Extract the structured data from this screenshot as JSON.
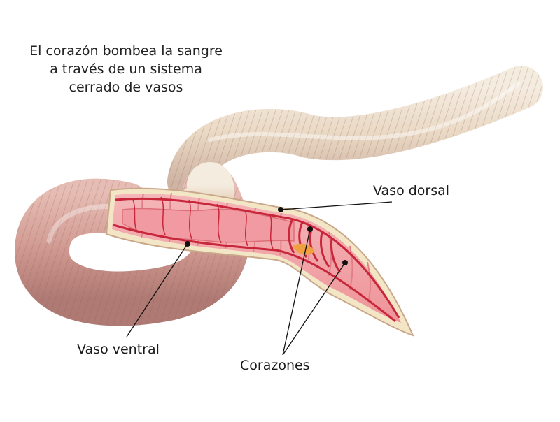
{
  "caption": {
    "lines": [
      "El corazón bombea la sangre",
      "a través de un sistema",
      "cerrado de vasos"
    ]
  },
  "labels": {
    "dorsal_vessel": "Vaso dorsal",
    "ventral_vessel": "Vaso ventral",
    "hearts": "Corazones"
  },
  "colors": {
    "worm_skin": "#d9a79f",
    "worm_pale": "#ece0cd",
    "cutaway_tissue": "#f1a4a8",
    "vessel": "#c8263a",
    "leader_line": "#111111"
  }
}
